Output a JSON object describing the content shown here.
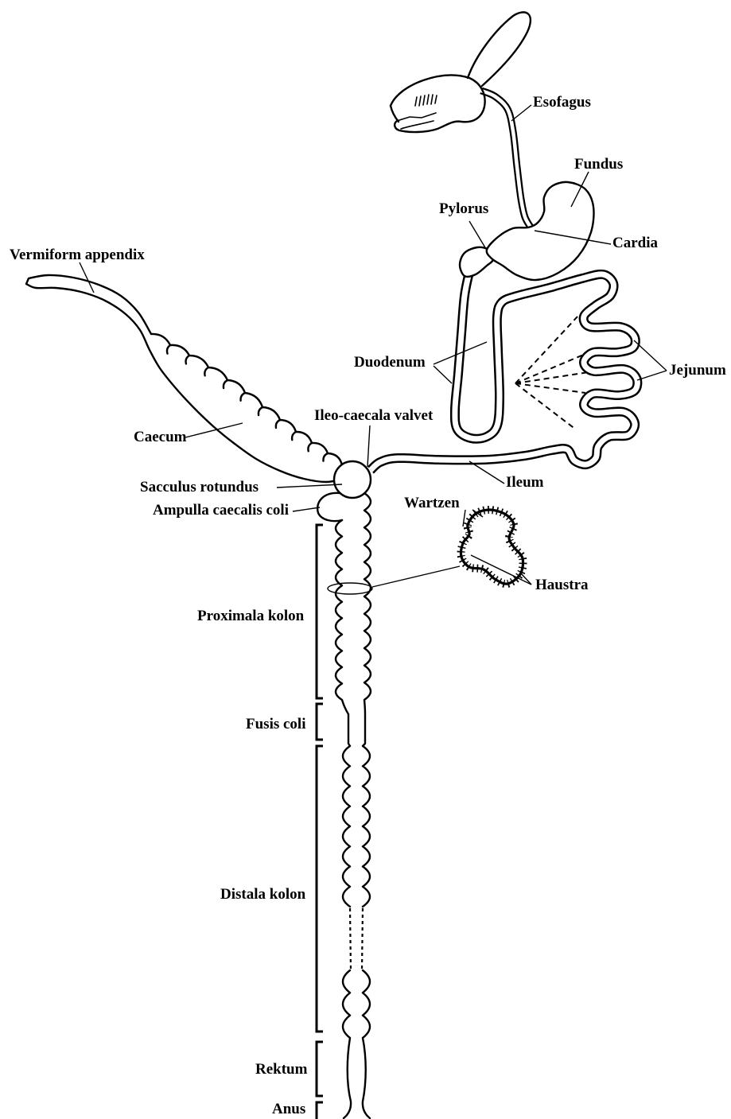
{
  "labels": {
    "esofagus": "Esofagus",
    "fundus": "Fundus",
    "pylorus": "Pylorus",
    "cardia": "Cardia",
    "vermiform_appendix": "Vermiform appendix",
    "duodenum": "Duodenum",
    "jejunum": "Jejunum",
    "ileo_caecala_valvet": "Ileo-caecala valvet",
    "caecum": "Caecum",
    "sacculus_rotundus": "Sacculus rotundus",
    "ampulla_caecalis_coli": "Ampulla caecalis coli",
    "ileum": "Ileum",
    "wartzen": "Wartzen",
    "haustra": "Haustra",
    "proximala_kolon": "Proximala kolon",
    "fusis_coli": "Fusis coli",
    "distala_kolon": "Distala kolon",
    "rektum": "Rektum",
    "anus": "Anus"
  },
  "colors": {
    "ink": "#000000",
    "paper": "#ffffff"
  }
}
